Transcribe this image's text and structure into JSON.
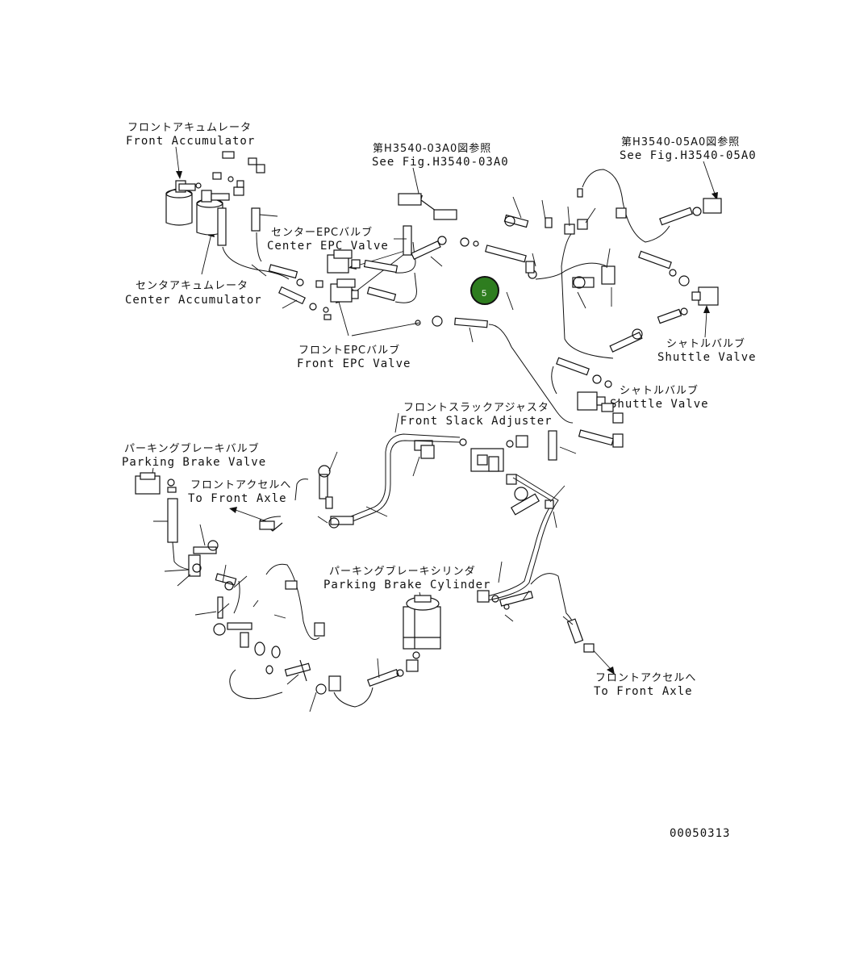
{
  "labels": {
    "front_accumulator_jp": "フロントアキュムレータ",
    "front_accumulator_en": "Front Accumulator",
    "center_accumulator_jp": "センタアキュムレータ",
    "center_accumulator_en": "Center Accumulator",
    "center_epc_jp": "センターEPCバルブ",
    "center_epc_en": "Center EPC Valve",
    "front_epc_jp": "フロントEPCバルブ",
    "front_epc_en": "Front EPC Valve",
    "ref_03a0_jp": "第H3540-03A0図参照",
    "ref_03a0_en": "See Fig.H3540-03A0",
    "ref_05a0_jp": "第H3540-05A0図参照",
    "ref_05a0_en": "See Fig.H3540-05A0",
    "shuttle1_jp": "シャトルバルブ",
    "shuttle1_en": "Shuttle Valve",
    "shuttle2_jp": "シャトルバルブ",
    "shuttle2_en": "Shuttle Valve",
    "slack_jp": "フロントスラックアジャスタ",
    "slack_en": "Front Slack Adjuster",
    "parking_valve_jp": "パーキングブレーキバルブ",
    "parking_valve_en": "Parking Brake Valve",
    "to_front_axle1_jp": "フロントアクセルへ",
    "to_front_axle1_en": "To Front Axle",
    "parking_cyl_jp": "パーキングブレーキシリンダ",
    "parking_cyl_en": "Parking Brake Cylinder",
    "to_front_axle2_jp": "フロントアクセルへ",
    "to_front_axle2_en": "To Front Axle",
    "drawing_number": "00050313"
  },
  "callouts": [
    {
      "number": "5",
      "color": "#2e7d1f"
    }
  ]
}
